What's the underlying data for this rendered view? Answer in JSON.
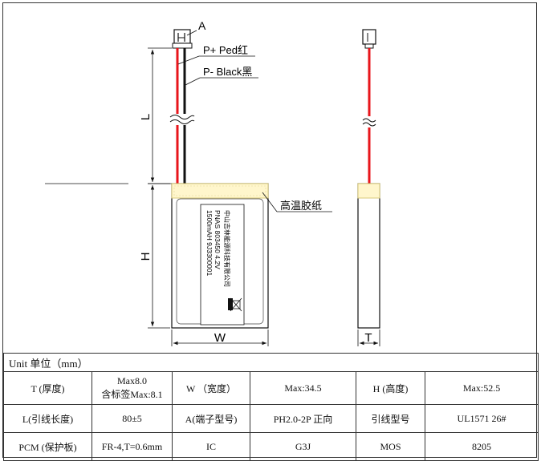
{
  "drawing": {
    "callout_connector": "A",
    "callout_red_wire": "P+ Ped红",
    "callout_black_wire": "P- Black黑",
    "callout_tape": "高温胶纸",
    "dim_lead_length": "L",
    "dim_height": "H",
    "dim_width": "W",
    "dim_thickness": "T",
    "label_line1": "PNAS 803450 4.2V",
    "label_line2": "1500mAH 9J3300001",
    "label_line3": "中山吉林能源科技有限公司",
    "colors": {
      "red_wire": "#e8151b",
      "black_wire": "#111111",
      "tape_fill": "#fff6cc",
      "tape_border": "#d9c97a"
    }
  },
  "spec_table": {
    "unit_label": "Unit 单位（mm）",
    "row1": {
      "t_label": "T (厚度)",
      "t_value_line1": "Max8.0",
      "t_value_line2": "含标签Max:8.1",
      "w_label": "W （宽度）",
      "w_value": "Max:34.5",
      "h_label": "H (高度)",
      "h_value": "Max:52.5"
    },
    "row2": {
      "l_label": "L(引线长度)",
      "l_value": "80±5",
      "a_label": "A(端子型号)",
      "a_value": "PH2.0-2P 正向",
      "wire_label": "引线型号",
      "wire_value": "UL1571 26#"
    },
    "row3": {
      "pcm_label": "PCM (保护板)",
      "pcm_value": "FR-4,T=0.6mm",
      "ic_label": "IC",
      "ic_value": "G3J",
      "mos_label": "MOS",
      "mos_value": "8205"
    }
  }
}
